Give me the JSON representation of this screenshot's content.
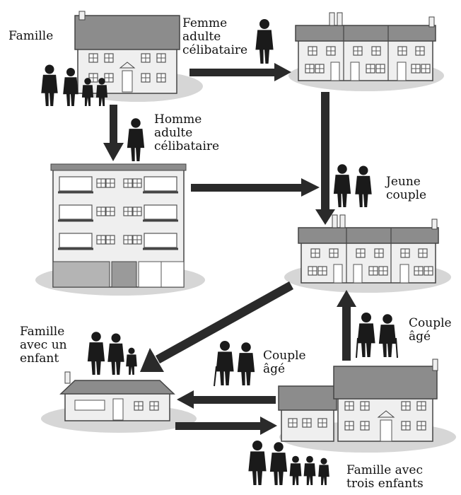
{
  "labels": {
    "famille": "Famille",
    "femme": "Femme\nadulte\ncélibataire",
    "homme": "Homme\nadulte\ncélibataire",
    "jeune_couple": "Jeune\ncouple",
    "couple_age_right": "Couple\nâgé",
    "couple_age_mid": "Couple\nâgé",
    "famille_un_enfant": "Famille\navec un\nenfant",
    "famille_trois_enfants": "Famille avec\ntrois enfants"
  },
  "colors": {
    "wall": "#efefef",
    "roof": "#8c8c8c",
    "ground": "#d6d6d6",
    "figure": "#1a1a1a",
    "arrow": "#2a2a2a"
  }
}
